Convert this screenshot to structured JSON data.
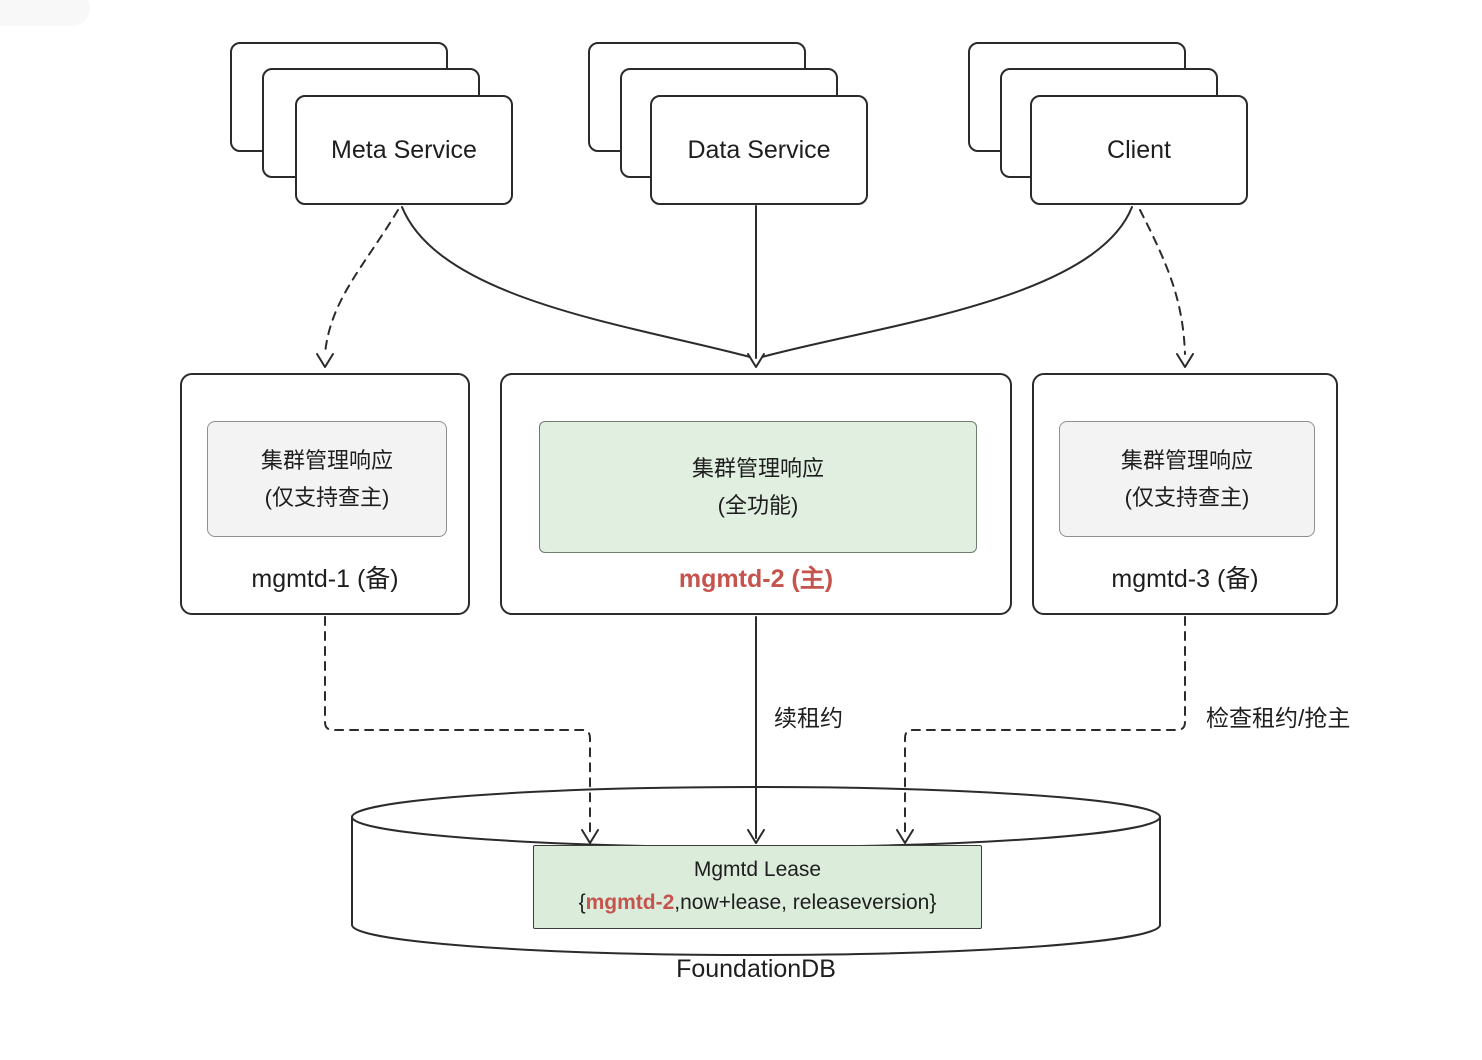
{
  "top_services": [
    {
      "label": "Meta Service"
    },
    {
      "label": "Data Service"
    },
    {
      "label": "Client"
    }
  ],
  "mgmtd_nodes": [
    {
      "response_line1": "集群管理响应",
      "response_line2": "(仅支持查主)",
      "label": "mgmtd-1 (备)"
    },
    {
      "response_line1": "集群管理响应",
      "response_line2": "(全功能)",
      "label": "mgmtd-2 (主)"
    },
    {
      "response_line1": "集群管理响应",
      "response_line2": "(仅支持查主)",
      "label": "mgmtd-3 (备)"
    }
  ],
  "edge_labels": {
    "renew_lease": "续租约",
    "check_lease": "检查租约/抢主"
  },
  "database": {
    "name": "FoundationDB",
    "lease_title": "Mgmtd Lease",
    "lease_prefix": "{",
    "lease_key": "mgmtd-2",
    "lease_suffix": ",now+lease, releaseversion}"
  },
  "colors": {
    "stroke": "#2b2b2b",
    "text": "#1e1e1e",
    "highlight_red": "#c5534e",
    "green_fill": "#e0efdf",
    "lease_green_fill": "#dcecdb",
    "gray_fill": "#f3f3f3"
  }
}
